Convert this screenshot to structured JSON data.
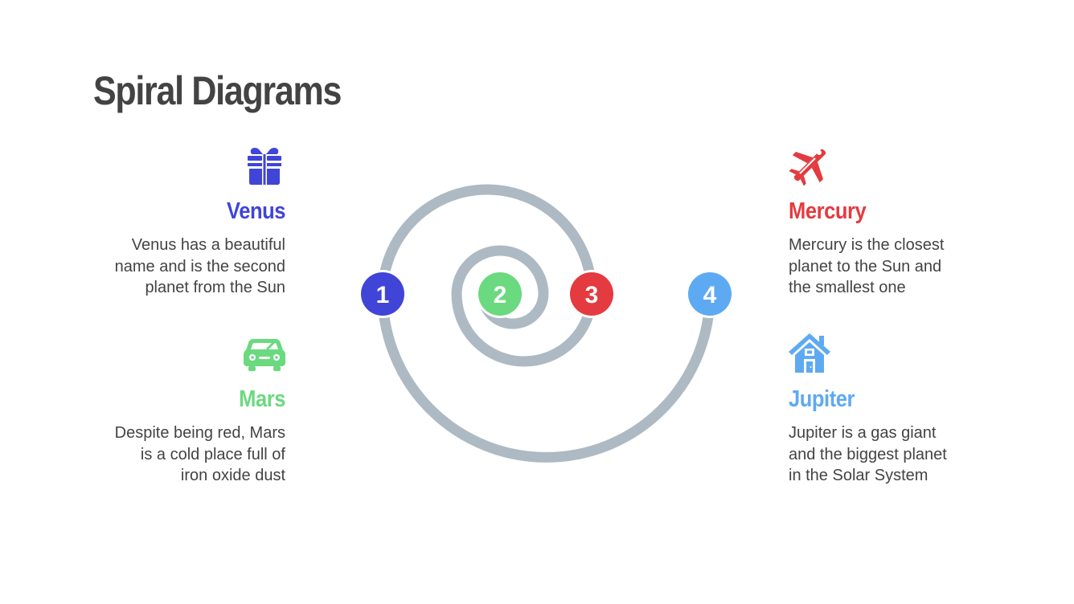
{
  "slide": {
    "title": "Spiral Diagrams"
  },
  "colors": {
    "background": "#ffffff",
    "title": "#434343",
    "body_text": "#434343",
    "spiral": "#adbac3",
    "venus": "#4045d8",
    "mars": "#6ad97f",
    "mercury": "#e33b3f",
    "jupiter": "#5eaaf2"
  },
  "items": {
    "venus": {
      "icon": "gift-icon",
      "title": "Venus",
      "description_lines": [
        "Venus has a beautiful",
        "name and is the second",
        "planet from the Sun"
      ]
    },
    "mars": {
      "icon": "car-icon",
      "title": "Mars",
      "description_lines": [
        "Despite being red, Mars",
        "is a cold place full of",
        "iron oxide dust"
      ]
    },
    "mercury": {
      "icon": "airplane-icon",
      "title": "Mercury",
      "description_lines": [
        "Mercury is the closest",
        "planet to the Sun and",
        "the smallest one"
      ]
    },
    "jupiter": {
      "icon": "house-icon",
      "title": "Jupiter",
      "description_lines": [
        "Jupiter is a gas giant",
        "and the biggest planet",
        "in the Solar System"
      ]
    }
  },
  "spiral": {
    "nodes": [
      {
        "label": "1",
        "color": "#4045d8"
      },
      {
        "label": "2",
        "color": "#6ad97f"
      },
      {
        "label": "3",
        "color": "#e33b3f"
      },
      {
        "label": "4",
        "color": "#5eaaf2"
      }
    ]
  }
}
